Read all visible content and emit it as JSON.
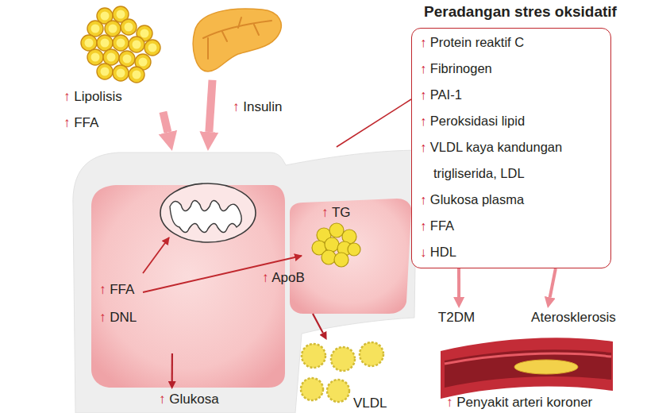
{
  "diagram": {
    "nodes": [
      {
        "text": [
          "↑ Lipolisis",
          "↑ FFA"
        ]
      },
      {
        "text": [
          "↑ Insulin"
        ]
      },
      {
        "text": [
          "Peradangan stres oksidatif",
          "↑ Protein reaktif C",
          "↑ Fibrinogen",
          "↑ PAI-1",
          "↑ Peroksidasi lipid",
          "↑ VLDL kaya kandungan trigliserida, LDL",
          "↑ Glukosa plasma",
          "↑ FFA",
          "↓ HDL"
        ]
      },
      {
        "text": [
          "↑ FFA",
          "↑ DNL"
        ]
      },
      {
        "text": [
          "↑ TG",
          "↑ ApoB"
        ]
      },
      {
        "text": [
          "T2DM"
        ]
      },
      {
        "text": [
          "Aterosklerosis"
        ]
      },
      {
        "text": [
          "↑ Glukosa"
        ]
      },
      {
        "text": [
          "VLDL"
        ]
      },
      {
        "text": [
          "↑ Penyakit arteri koroner"
        ]
      }
    ],
    "edges": [
      {
        "from": 0,
        "to": 3,
        "arrow": "to"
      },
      {
        "from": 1,
        "to": 3,
        "arrow": "to"
      },
      {
        "from": 4,
        "to": 2,
        "arrow": "none"
      },
      {
        "from": 2,
        "to": 5,
        "arrow": "to"
      },
      {
        "from": 2,
        "to": 6,
        "arrow": "to"
      },
      {
        "from": 3,
        "to": 7,
        "arrow": "to"
      },
      {
        "from": 4,
        "to": 8,
        "arrow": "to"
      }
    ]
  }
}
